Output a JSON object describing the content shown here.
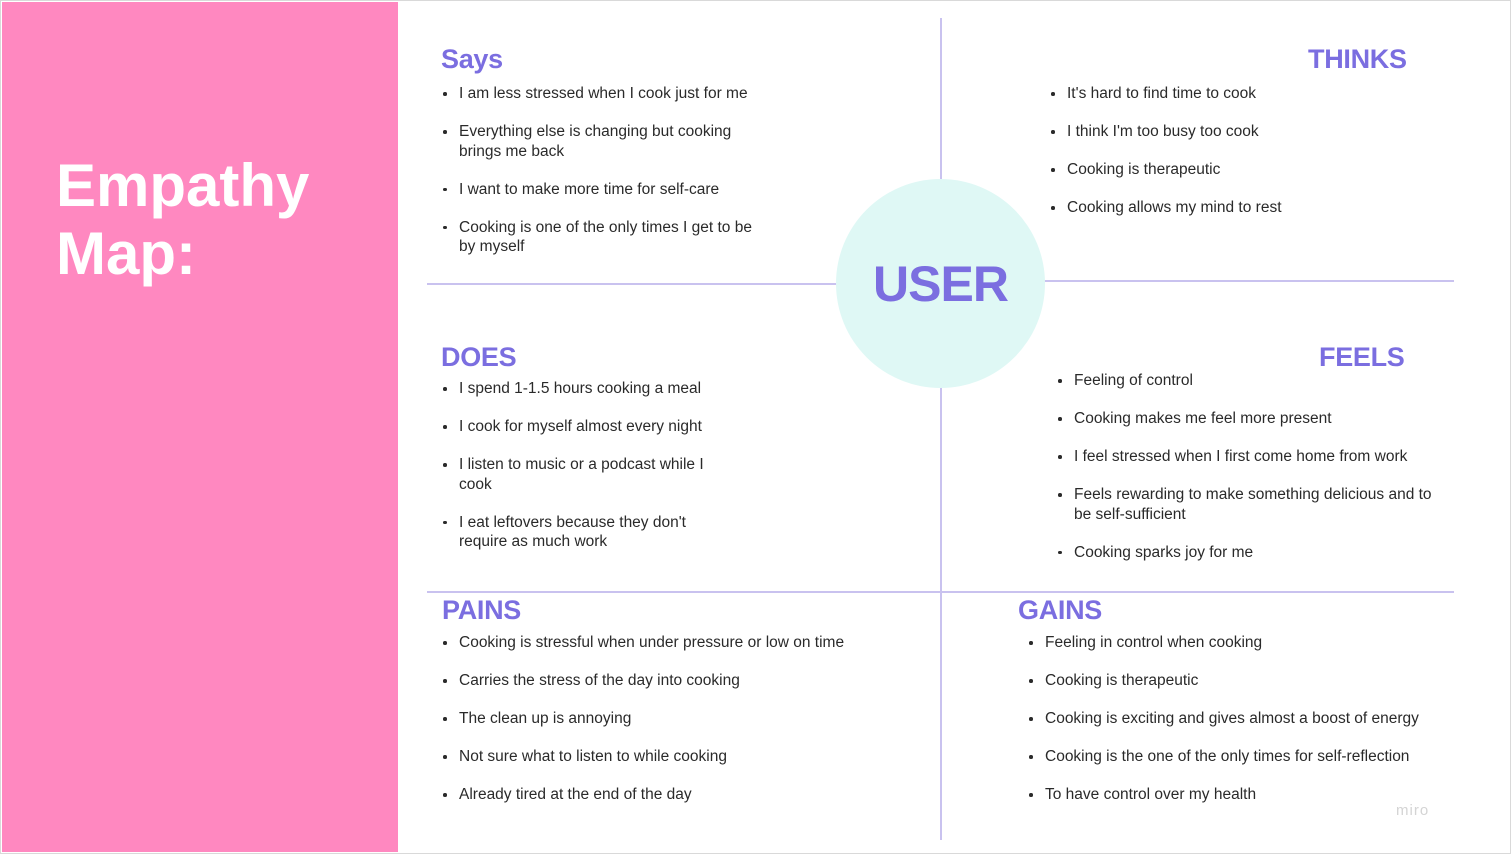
{
  "title": "Empathy Map:",
  "center_label": "USER",
  "watermark": "miro",
  "colors": {
    "side_panel": "#ff88c0",
    "heading": "#7b6ee0",
    "center_circle": "#dff8f5",
    "divider": "#c9c2ef"
  },
  "sections": {
    "says": {
      "heading": "Says",
      "items": [
        "I am less stressed when I cook just for me",
        "Everything else is changing but cooking brings me back",
        "I want to make more time for self-care",
        "Cooking is one of the only times I get to be by myself"
      ]
    },
    "thinks": {
      "heading": "THINKS",
      "items": [
        "It's hard to find time to cook",
        "I think I'm too busy too cook",
        "Cooking is therapeutic",
        "Cooking allows my mind to rest"
      ]
    },
    "does": {
      "heading": "DOES",
      "items": [
        "I spend 1-1.5 hours cooking a meal",
        "I cook for myself almost every night",
        "I listen to music or a podcast while I cook",
        "I eat leftovers because they don't require as much work"
      ]
    },
    "feels": {
      "heading": "FEELS",
      "items": [
        "Feeling of control",
        "Cooking makes me feel more present",
        "I feel stressed when I first come home from work",
        "Feels rewarding to make something delicious and to be self-sufficient",
        "Cooking sparks joy for me"
      ]
    },
    "pains": {
      "heading": "PAINS",
      "items": [
        "Cooking is stressful when under pressure or low on time",
        "Carries the stress of the day into cooking",
        "The clean up is annoying",
        "Not sure what to listen to while cooking",
        "Already tired at the end of the day"
      ]
    },
    "gains": {
      "heading": "GAINS",
      "items": [
        "Feeling in control when cooking",
        "Cooking is therapeutic",
        "Cooking is exciting and gives almost a boost of energy",
        "Cooking is the one of the only times for self-reflection",
        "To have control over my health"
      ]
    }
  }
}
